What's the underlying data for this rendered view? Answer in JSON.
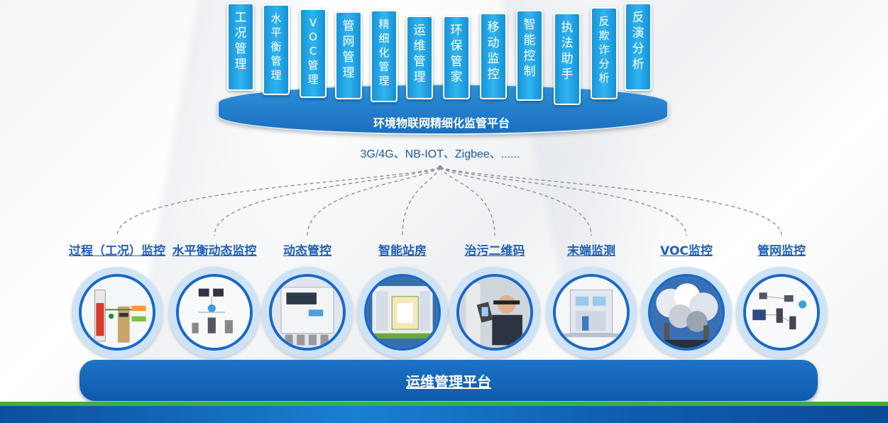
{
  "top_platform": {
    "title": "环境物联网精细化监管平台",
    "pillars": [
      "工况管理",
      "水平衡管理",
      "VOC管理",
      "管网管理",
      "精细化管理",
      "运维管理",
      "环保管家",
      "移动监控",
      "智能控制",
      "执法助手",
      "反欺诈分析",
      "反演分析"
    ]
  },
  "network_label": "3G/4G、NB-IOT、Zigbee、......",
  "modules": [
    {
      "label": "过程（工况）监控",
      "icon": "industrial-process-image"
    },
    {
      "label": "水平衡动态监控",
      "icon": "water-balance-diagram-image"
    },
    {
      "label": "动态管控",
      "icon": "control-device-image"
    },
    {
      "label": "智能站房",
      "icon": "smart-station-image"
    },
    {
      "label": "治污二维码",
      "icon": "qr-code-scan-image"
    },
    {
      "label": "末端监测",
      "icon": "terminal-monitoring-image"
    },
    {
      "label": "VOC监控",
      "icon": "voc-smoke-image"
    },
    {
      "label": "管网监控",
      "icon": "pipe-network-diagram-image"
    }
  ],
  "bottom_platform": {
    "title": "运维管理平台"
  },
  "colors": {
    "primary_blue": "#1a6fbf",
    "pillar_blue": "#1e9ee0",
    "label_blue": "#1f5fb6",
    "footer_green": "#3fae3a"
  }
}
